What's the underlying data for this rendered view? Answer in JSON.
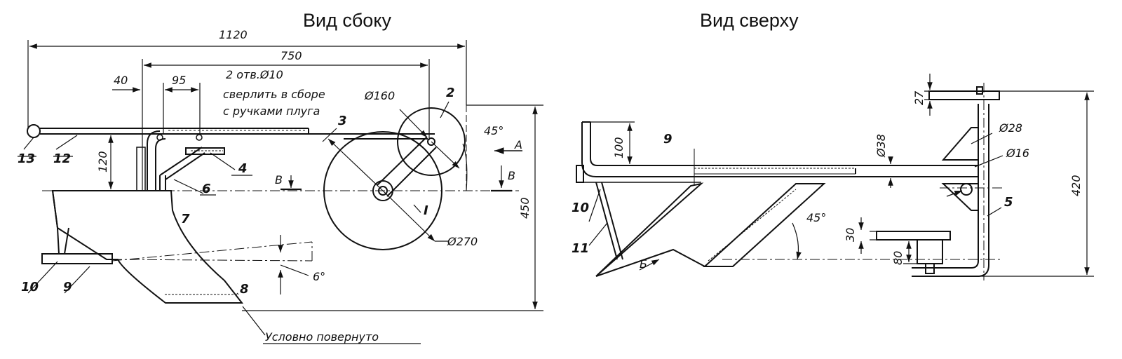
{
  "views": {
    "side_title": "Вид сбоку",
    "top_title": "Вид сверху"
  },
  "side": {
    "dims": {
      "d1120": "1120",
      "d750": "750",
      "d40": "40",
      "d95": "95",
      "holes": "2 отв.Ø10",
      "drill1": "сверлить в сборе",
      "drill2": "с ручками плуга",
      "d160": "Ø160",
      "d45": "45°",
      "d120": "120",
      "d450": "450",
      "d270": "Ø270",
      "d6": "6°",
      "rotated": "Условно повернуто",
      "arrowA": "A",
      "secB1": "В",
      "secB2": "В"
    },
    "parts": {
      "p1": "I",
      "p2": "2",
      "p3": "3",
      "p4": "4",
      "p6": "6",
      "p7": "7",
      "p8": "8",
      "p9": "9",
      "p10": "10",
      "p12": "12",
      "p13": "13"
    }
  },
  "top": {
    "dims": {
      "d100": "100",
      "d38": "Ø38",
      "d28": "Ø28",
      "d16": "Ø16",
      "d27": "27",
      "d420": "420",
      "d30": "30",
      "d80": "80",
      "d45": "45°",
      "arrowB": "Б"
    },
    "parts": {
      "p5": "5",
      "p9": "9",
      "p10": "10",
      "p11": "11"
    }
  }
}
